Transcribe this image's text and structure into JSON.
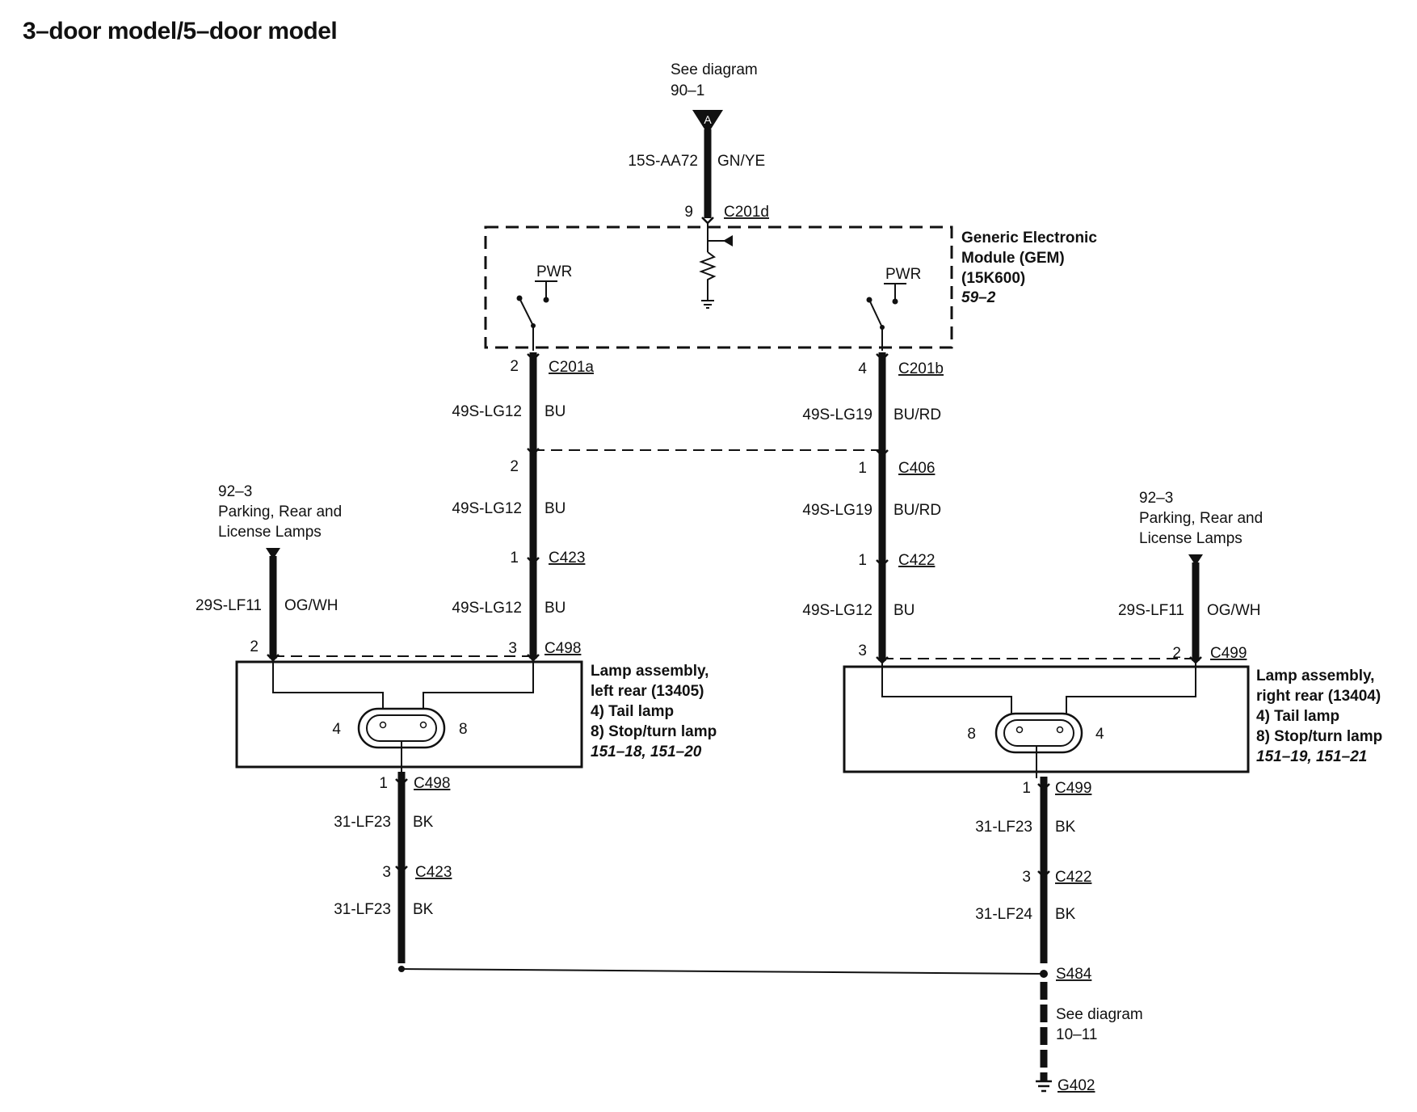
{
  "title": "3–door model/5–door model",
  "feeds": {
    "top": {
      "line1": "See diagram",
      "line2": "90–1",
      "marker": "A"
    },
    "left": {
      "line1": "92–3",
      "line2": "Parking, Rear and",
      "line3": "License Lamps"
    },
    "right": {
      "line1": "92–3",
      "line2": "Parking, Rear and",
      "line3": "License Lamps"
    }
  },
  "gem": {
    "line1": "Generic Electronic",
    "line2": "Module (GEM)",
    "line3": "(15K600)",
    "ref": "59–2",
    "pwr_left": "PWR",
    "pwr_right": "PWR"
  },
  "wires": {
    "top_circuit": "15S-AA72",
    "top_color": "GN/YE",
    "l1_circuit": "49S-LG12",
    "l1_color": "BU",
    "l2_circuit": "49S-LG12",
    "l2_color": "BU",
    "l3_circuit": "49S-LG12",
    "l3_color": "BU",
    "r1_circuit": "49S-LG19",
    "r1_color": "BU/RD",
    "r2_circuit": "49S-LG19",
    "r2_color": "BU/RD",
    "r3_circuit": "49S-LG12",
    "r3_color": "BU",
    "lfeed_circuit": "29S-LF11",
    "lfeed_color": "OG/WH",
    "rfeed_circuit": "29S-LF11",
    "rfeed_color": "OG/WH",
    "lg1_circuit": "31-LF23",
    "lg1_color": "BK",
    "lg2_circuit": "31-LF23",
    "lg2_color": "BK",
    "rg1_circuit": "31-LF23",
    "rg1_color": "BK",
    "rg2_circuit": "31-LF24",
    "rg2_color": "BK"
  },
  "connectors": {
    "c201d": {
      "name": "C201d",
      "pin": "9"
    },
    "c201a": {
      "name": "C201a",
      "pin": "2"
    },
    "c201b": {
      "name": "C201b",
      "pin": "4"
    },
    "c406_left_pin": "2",
    "c406": {
      "name": "C406",
      "pin": "1"
    },
    "c423_left": {
      "name": "C423",
      "pin": "1"
    },
    "c422_right": {
      "name": "C422",
      "pin": "1"
    },
    "c498_top": {
      "name": "C498",
      "pin": "3",
      "pin_feed": "2"
    },
    "c499_top": {
      "name": "C499",
      "pin": "3",
      "pin_feed": "2"
    },
    "c498_bottom": {
      "name": "C498",
      "pin": "1"
    },
    "c423_bottom": {
      "name": "C423",
      "pin": "3"
    },
    "c499_bottom": {
      "name": "C499",
      "pin": "1"
    },
    "c422_bottom": {
      "name": "C422",
      "pin": "3"
    }
  },
  "lamp_left": {
    "line1": "Lamp assembly,",
    "line2": "left rear (13405)",
    "item1": "4)   Tail lamp",
    "item2": "8)   Stop/turn lamp",
    "refs": "151–18, 151–20",
    "pin_a": "4",
    "pin_b": "8"
  },
  "lamp_right": {
    "line1": "Lamp assembly,",
    "line2": "right rear (13404)",
    "item1": "4)   Tail lamp",
    "item2": "8)   Stop/turn lamp",
    "refs": "151–19, 151–21",
    "pin_a": "8",
    "pin_b": "4"
  },
  "splice": {
    "name": "S484"
  },
  "ground": {
    "line1": "See diagram",
    "line2": "10–11",
    "name": "G402"
  }
}
